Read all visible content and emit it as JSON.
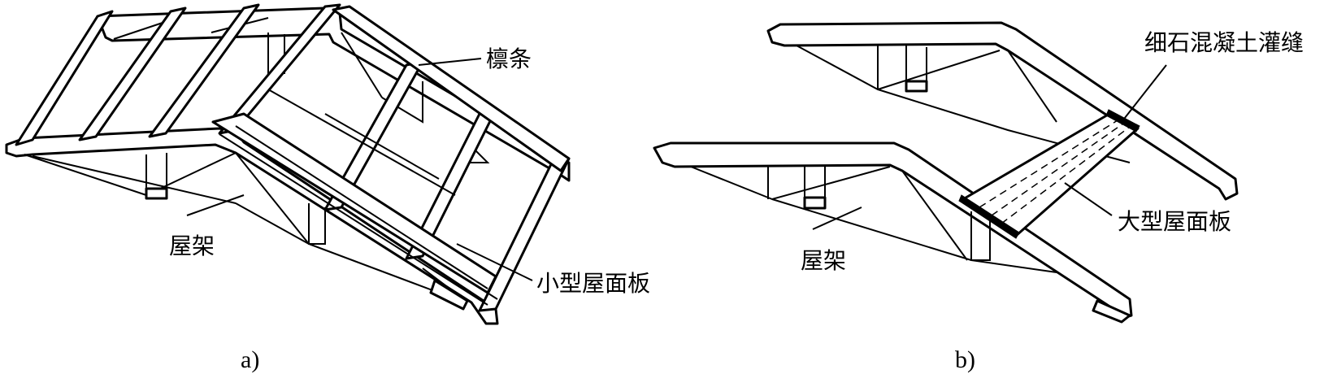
{
  "figure_a": {
    "label_purlin": "檩条",
    "label_truss": "屋架",
    "label_small_panel": "小型屋面板",
    "caption": "a)"
  },
  "figure_b": {
    "label_grout": "细石混凝土灌缝",
    "label_large_panel": "大型屋面板",
    "label_truss": "屋架",
    "caption": "b)"
  },
  "colors": {
    "line": "#000000",
    "background": "#ffffff"
  }
}
